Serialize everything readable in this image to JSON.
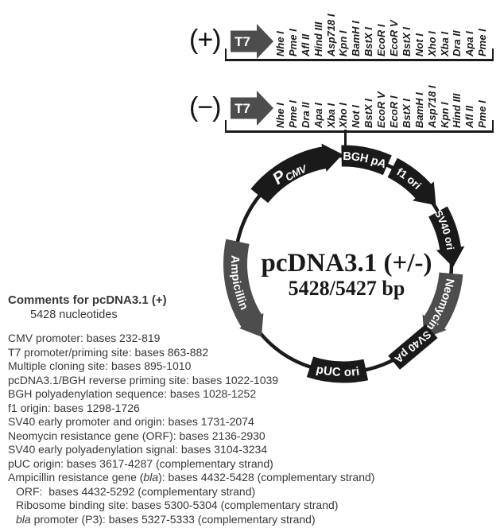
{
  "strands": [
    {
      "sign": "(+)",
      "promoter_label": "T7",
      "enzymes": [
        "Nhe I",
        "Pme I",
        "Afl II",
        "Hind III",
        "Asp718 I",
        "Kpn I",
        "BamH I",
        "BstX I",
        "EcoR I",
        "EcoR V",
        "BstX I",
        "Not I",
        "Xho I",
        "Xba I",
        "Dra II",
        "Apa I",
        "Pme I"
      ]
    },
    {
      "sign": "(−)",
      "promoter_label": "T7",
      "enzymes": [
        "Nhe I",
        "Pme I",
        "Dra II",
        "Apa I",
        "Xba I",
        "Xho I",
        "Not I",
        "BstX I",
        "EcoR V",
        "EcoR I",
        "BstX I",
        "BamH I",
        "Asp718 I",
        "Kpn I",
        "Hind III",
        "Afl II",
        "Pme I"
      ]
    }
  ],
  "plasmid": {
    "name": "pcDNA3.1 (+/-)",
    "size": "5428/5427 bp",
    "features": [
      {
        "label_main": "P",
        "label_sub": "CMV",
        "shape": "arrow",
        "direction": "clockwise",
        "color": "#1a1a1a"
      },
      {
        "label": "BGH pA",
        "shape": "box",
        "color": "#1a1a1a"
      },
      {
        "label": "f1 ori",
        "shape": "arrow",
        "direction": "clockwise",
        "color": "#1a1a1a"
      },
      {
        "label": "SV40 ori",
        "shape": "arrow",
        "direction": "clockwise",
        "color": "#1a1a1a"
      },
      {
        "label": "Neomycin",
        "shape": "arrow",
        "direction": "clockwise",
        "color": "#4d4d4d"
      },
      {
        "label": "SV40 pA",
        "shape": "box",
        "color": "#1a1a1a"
      },
      {
        "label": "pUC ori",
        "shape": "box",
        "color": "#1a1a1a"
      },
      {
        "label": "Ampicillin",
        "shape": "arrow",
        "direction": "counterclockwise",
        "color": "#4d4d4d"
      }
    ]
  },
  "comments": {
    "title": "Comments for pcDNA3.1 (+)",
    "subtitle": "5428 nucleotides",
    "lines": [
      {
        "pre": "CMV promoter: bases 232-819"
      },
      {
        "pre": "T7 promoter/priming site: bases 863-882"
      },
      {
        "pre": "Multiple cloning site: bases 895-1010"
      },
      {
        "pre": "pcDNA3.1/BGH reverse priming site: bases 1022-1039"
      },
      {
        "pre": "BGH polyadenylation sequence: bases 1028-1252"
      },
      {
        "pre": "f1 origin: bases 1298-1726"
      },
      {
        "pre": "SV40 early promoter and origin: bases 1731-2074"
      },
      {
        "pre": "Neomycin resistance gene (ORF): bases 2136-2930"
      },
      {
        "pre": "SV40 early polyadenylation signal: bases 3104-3234"
      },
      {
        "pre": "pUC origin: bases 3617-4287 (complementary strand)"
      },
      {
        "pre": "Ampicillin resistance gene (",
        "it": "bla",
        "post": "): bases 4432-5428 (complementary strand)"
      },
      {
        "pre": "ORF:  bases 4432-5292 (complementary strand)"
      },
      {
        "pre": "Ribosome binding site: bases 5300-5304 (complementary strand)"
      },
      {
        "it": "bla",
        "post": " promoter (P3): bases 5327-5333 (complementary strand)"
      }
    ]
  },
  "colors": {
    "feature_black": "#1a1a1a",
    "feature_gray": "#4d4d4d",
    "text": "#383838"
  }
}
